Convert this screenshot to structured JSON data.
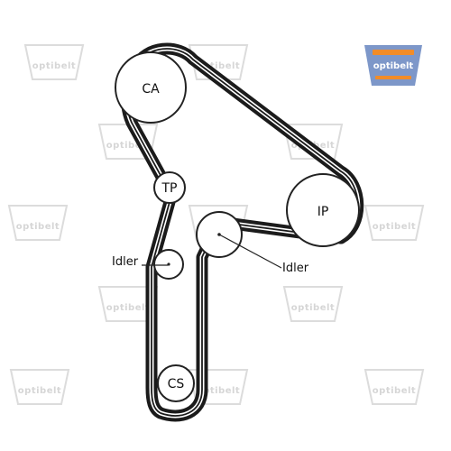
{
  "brand": {
    "logo_text": "optibelt",
    "logo_color": "#7d97c9",
    "accent_color": "#f28c28"
  },
  "labels": {
    "ca": "CA",
    "tp": "TP",
    "ip": "IP",
    "cs": "CS",
    "idler_left": "Idler",
    "idler_right": "Idler"
  },
  "watermark": {
    "text": "optibelt"
  }
}
